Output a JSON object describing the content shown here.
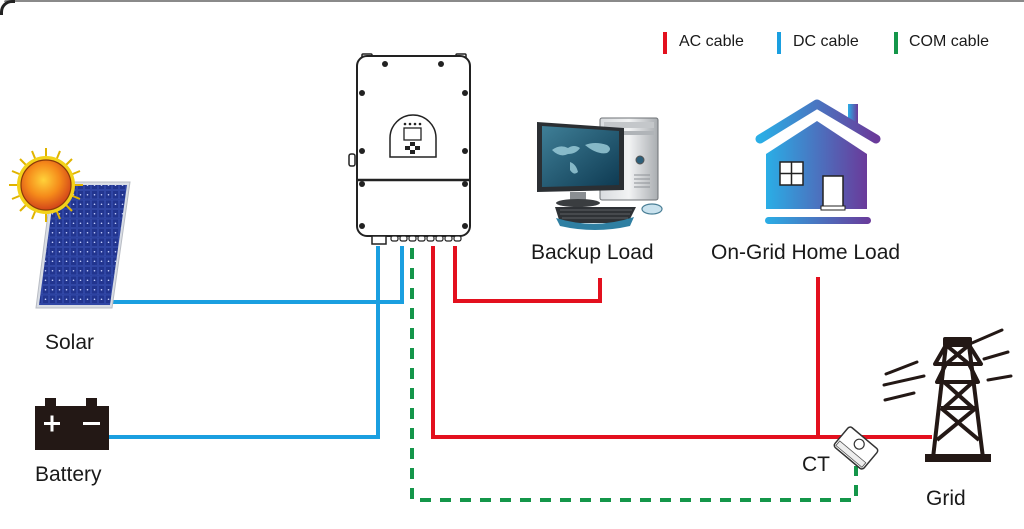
{
  "legend": {
    "items": [
      {
        "label": "AC cable",
        "color": "#e3101e"
      },
      {
        "label": "DC cable",
        "color": "#1a9fe0"
      },
      {
        "label": "COM cable",
        "color": "#14964a"
      }
    ]
  },
  "components": {
    "solar": {
      "label": "Solar",
      "icon": "solar-panel-icon"
    },
    "battery": {
      "label": "Battery",
      "icon": "battery-icon",
      "plus": "+",
      "minus": "−"
    },
    "inverter": {
      "label": "",
      "icon": "hybrid-inverter-icon"
    },
    "backup_load": {
      "label": "Backup Load",
      "icon": "desktop-computer-icon"
    },
    "home_load": {
      "label": "On-Grid Home Load",
      "icon": "house-icon"
    },
    "ct": {
      "label": "CT",
      "icon": "current-transformer-icon"
    },
    "grid": {
      "label": "Grid",
      "icon": "transmission-tower-icon"
    }
  },
  "colors": {
    "ac": "#e3101e",
    "dc": "#1a9fe0",
    "com": "#14964a",
    "house_gradient_start": "#2aaee6",
    "house_gradient_end": "#6a3a9a"
  }
}
